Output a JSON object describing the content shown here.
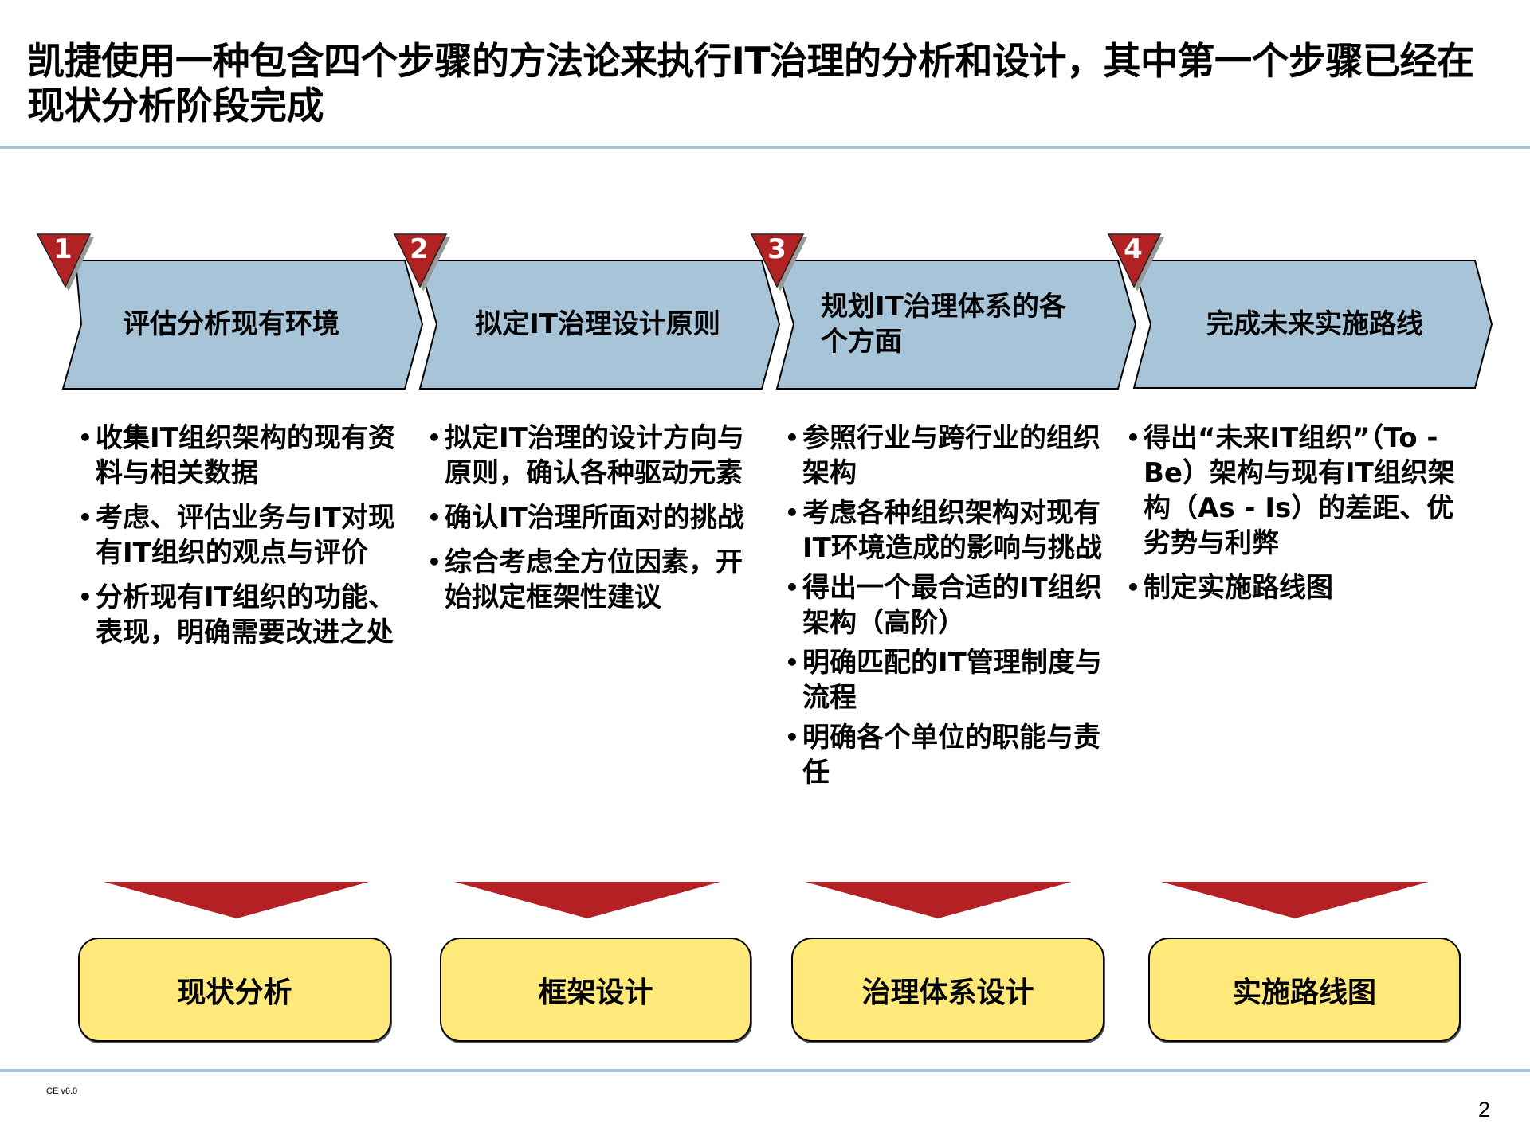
{
  "slide": {
    "title": "凯捷使用一种包含四个步骤的方法论来执行IT治理的分析和设计，其中第一个步骤已经在现状分析阶段完成",
    "footer_code": "CE v6.0",
    "page_number": "2"
  },
  "colors": {
    "chevron_fill": "#A8C4D8",
    "badge_red": "#B22222",
    "arrow_red": "#B52025",
    "phase_box_fill": "#FFE97A",
    "rule": "#A9C4D6"
  },
  "steps": [
    {
      "number": "1",
      "title_lines": [
        "评估分析现有环境"
      ],
      "bullets": [
        "收集IT组织架构的现有资料与相关数据",
        "考虑、评估业务与IT对现有IT组织的观点与评价",
        "分析现有IT组织的功能、表现，明确需要改进之处"
      ],
      "phase": "现状分析"
    },
    {
      "number": "2",
      "title_lines": [
        "拟定IT治理设计原则"
      ],
      "bullets": [
        "拟定IT治理的设计方向与原则，确认各种驱动元素",
        "确认IT治理所面对的挑战",
        "综合考虑全方位因素，开始拟定框架性建议"
      ],
      "phase": "框架设计"
    },
    {
      "number": "3",
      "title_lines": [
        "规划IT治理体系的各",
        "个方面"
      ],
      "bullets": [
        "参照行业与跨行业的组织架构",
        "考虑各种组织架构对现有IT环境造成的影响与挑战",
        "得出一个最合适的IT组织架构（高阶）",
        "明确匹配的IT管理制度与流程",
        "明确各个单位的职能与责任"
      ],
      "phase": "治理体系设计"
    },
    {
      "number": "4",
      "title_lines": [
        "完成未来实施路线"
      ],
      "bullets": [
        "得出“未来IT组织”（To - Be）架构与现有IT组织架构（As - Is）的差距、优劣势与利弊",
        "制定实施路线图"
      ],
      "phase": "实施路线图"
    }
  ]
}
